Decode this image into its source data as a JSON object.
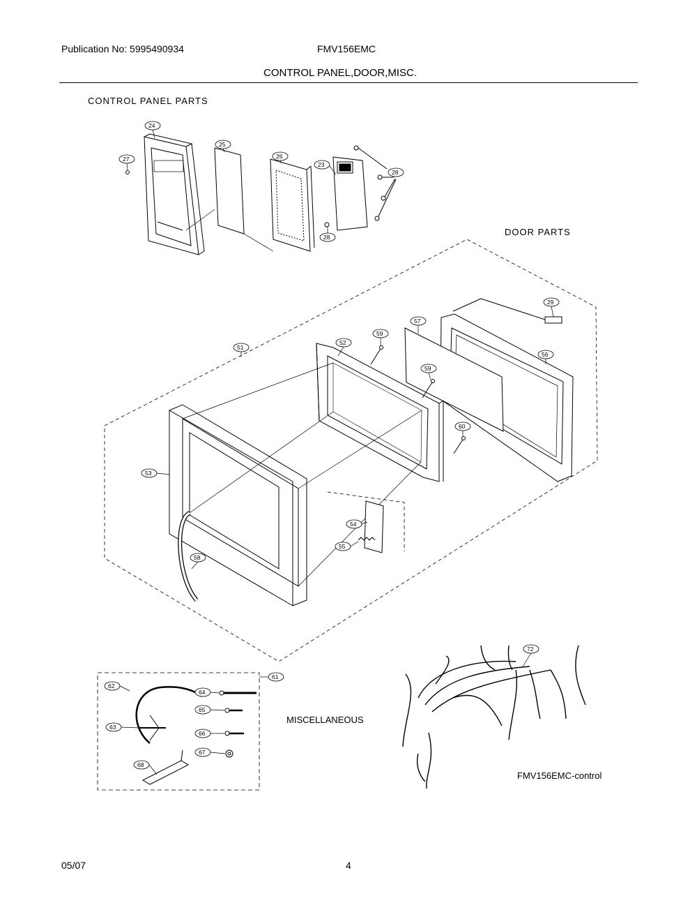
{
  "header": {
    "publication": "Publication No: 5995490934",
    "model": "FMV156EMC",
    "title": "CONTROL PANEL,DOOR,MISC."
  },
  "sections": {
    "control_panel": "CONTROL PANEL PARTS",
    "door": "DOOR PARTS",
    "misc": "MISCELLANEOUS",
    "harness_caption": "FMV156EMC-control"
  },
  "callouts": {
    "c24": "24",
    "c25": "25",
    "c26": "26",
    "c23": "23",
    "c27": "27",
    "c28a": "28",
    "c28b": "28",
    "c29": "29",
    "c51": "51",
    "c52": "52",
    "c53": "53",
    "c54": "54",
    "c55": "55",
    "c56": "56",
    "c57": "57",
    "c58": "58",
    "c59a": "59",
    "c59b": "59",
    "c60": "60",
    "c61": "61",
    "c62": "62",
    "c63": "63",
    "c64": "64",
    "c65": "65",
    "c66": "66",
    "c67": "67",
    "c68": "68",
    "c72": "72"
  },
  "footer": {
    "date": "05/07",
    "page": "4"
  }
}
